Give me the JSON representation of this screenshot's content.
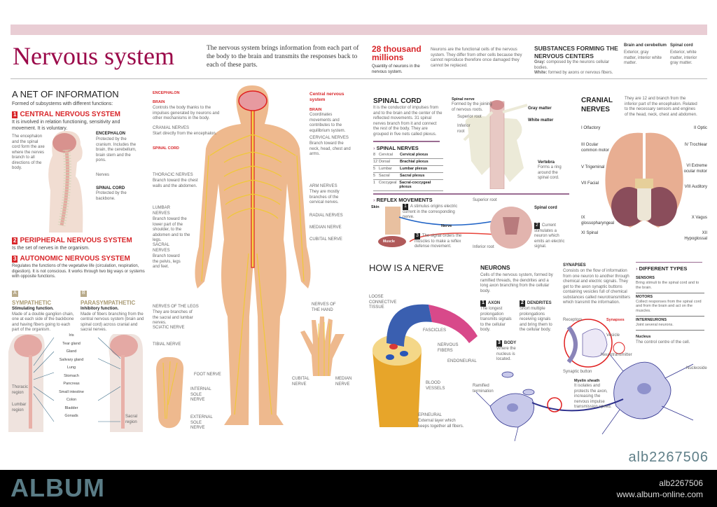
{
  "header": {
    "title": "Nervous system",
    "intro": "The nervous system brings information from each part of the body to the brain and transmits the responses back to each of these parts.",
    "stat_value": "28 thousand millions",
    "stat_caption": "Quantity of neurons in the nervous system.",
    "neurons_note": "Neurons are the functional cells of the nervous system. They differ from other cells because they cannot reproduce therefore once damaged they cannot be replaced.",
    "substances_title": "SUBSTANCES FORMING THE NERVOUS CENTERS",
    "gray_label": "Gray:",
    "gray_text": "composed by the neurons cellular bodies.",
    "white_label": "White:",
    "white_text": "formed by axons or nervous fibers.",
    "brain_col_title": "Brain and cerebellum",
    "brain_col_text": "Exterior, gray matter, interior white matter.",
    "cord_col_title": "Spinal cord",
    "cord_col_text": "Exterior, white matter, interior gray matter."
  },
  "net": {
    "title": "A NET OF INFORMATION",
    "subtitle": "Formed of subsystems with different functions:",
    "cns": {
      "num": "1",
      "title": "CENTRAL NERVOUS SYSTEM",
      "text": "It is involved in relation functioning, sensitivity and movement. It is voluntary.",
      "side": "The encephalon and the spinal cord form the axe where the nerves branch to all directions of the body.",
      "encephalon_title": "ENCEPHALON",
      "encephalon_text": "Protected by the cranium. Includes the brain, the cerebellum, brain stem and the pons.",
      "nerves": "Nerves",
      "cord_title": "SPINAL CORD",
      "cord_text": "Protected by the backbone."
    },
    "pns": {
      "num": "2",
      "title": "PERIPHERAL NERVOUS SYSTEM",
      "text": "Is the set of nerves in the organism."
    },
    "ans": {
      "num": "3",
      "title": "AUTONOMIC NERVOUS SYSTEM",
      "text": "Regulates the functions of the vegetative life (circulation, respiration, digestion). It is not conscious. It works through two big ways or systems with opposite functions."
    },
    "sym": {
      "letter": "A",
      "title": "SYMPATHETIC",
      "func": "Stimulating function.",
      "text": "Made of a double ganglion chain, one at each side of the backbone and having fibers going to each part of the organism."
    },
    "para": {
      "letter": "B",
      "title": "PARASYMPATHETIC",
      "func": "Inhibitory function.",
      "text": "Made of fibers branching from the central nervous system (brain and spinal cord) across cranial and sacral nerves."
    },
    "organs": [
      "Iris",
      "Tear gland",
      "Gland",
      "Salivary gland",
      "Lung",
      "Stomach",
      "Pancreas",
      "Small intestine",
      "Colon",
      "Bladder",
      "Gonads"
    ],
    "regions": {
      "thoracic": "Thoracic region",
      "lumbar": "Lumbar region",
      "sacral": "Sacral region"
    }
  },
  "body": {
    "encephalon": "ENCEPHALON",
    "brain_l": "BRAIN",
    "brain_l_text": "Controls the body thanks to the impulses generated by neurons and other mechanisms in the body.",
    "cranial": "CRANIAL NERVES",
    "cranial_text": "Start directly from the encephalon.",
    "spinal": "SPINAL CORD",
    "thoracic": "THORACIC NERVES",
    "thoracic_text": "Branch toward the chest walls and the abdomen.",
    "lumbar": "LUMBAR NERVES",
    "lumbar_text": "Branch toward the lower part of the shoulder, to the abdomen and to the legs.",
    "sacral": "SACRAL NERVES",
    "sacral_text": "Branch toward the pelvis, legs and feet.",
    "legs": "NERVES OF THE LEGS",
    "legs_text": "They are branches of the sacral and lumbar nerves.",
    "sciatic": "SCIATIC NERVE",
    "tibial": "TIBIAL NERVE",
    "foot": "FOOT NERVE",
    "internal_sole": "INTERNAL SOLE NERVE",
    "external_sole": "EXTERNAL SOLE NERVE",
    "cns": "Central nervous system",
    "brain_r": "BRAIN",
    "brain_r_text": "Coordinates movements and contributes to the equilibrium system.",
    "cervical": "CERVICAL NERVES",
    "cervical_text": "Branch toward the neck, head, chest and arms.",
    "arm": "ARM NERVES",
    "arm_text": "They are mostly branches of the cervical nerves.",
    "radial": "RADIAL NERVES",
    "median": "MEDIAN NERVE",
    "cubital": "CUBITAL NERVE",
    "hand": "NERVES OF THE HAND",
    "hand_cubital": "CUBITAL NERVE",
    "hand_median": "MEDIAN NERVE"
  },
  "spinal_cord": {
    "title": "SPINAL CORD",
    "text": "It is the conductor of impulses from and to the brain and the center of the reflected movements. 31 spinal nerves branch from it and connect the rest of the body. They are grouped in five nets called plexus.",
    "spinal_nerve": "Spinal nerve",
    "spinal_nerve_text": "Formed by the joining of nervous roots.",
    "superior_root": "Superior root",
    "inferior_root": "Inferior root",
    "gray": "Gray matter",
    "white": "White matter",
    "vertebra": "Vertebra",
    "vertebra_text": "Forms a ring around the spinal cord.",
    "nerves_title": "SPINAL NERVES",
    "nerves": [
      {
        "n": "8",
        "region": "Cervical",
        "plexus": "Cervical plexus"
      },
      {
        "n": "12",
        "region": "Dorsal",
        "plexus": "Brachial plexus"
      },
      {
        "n": "5",
        "region": "Lumbar",
        "plexus": "Lumbar plexus"
      },
      {
        "n": "5",
        "region": "Sacral",
        "plexus": "Sacral plexus"
      },
      {
        "n": "1",
        "region": "Coccygeal",
        "plexus": "Sacral-coccygeal plexus"
      }
    ]
  },
  "reflex": {
    "title": "REFLEX MOVEMENTS",
    "skin": "Skin",
    "step1": "A stimulus origins electric current in the corresponding nerve.",
    "nerve": "Nerve",
    "superior_root": "Superior root",
    "inferior_root": "Inferior root",
    "spinal_cord": "Spinal cord",
    "step2": "Current stimulates a neuron which emits an electric signal.",
    "step3": "The signal orders the muscles to make a reflex defense movement.",
    "muscle": "Muscle"
  },
  "cranial": {
    "title": "CRANIAL NERVES",
    "text": "They are 12 and branch from the inferior part of the encephalon. Related to the necessary sensors and engines of the head, neck, chest and abdomen.",
    "left": [
      "I Olfactory",
      "III Ocular common motor",
      "V Trigeminal",
      "VII Facial",
      "IX glossopharyngeal",
      "XI Spinal"
    ],
    "right": [
      "II Optic",
      "IV Trochlear",
      "VI Extreme ocular motor",
      "VIII Auditory",
      "X Vagus",
      "XII Hypoglossal"
    ]
  },
  "nerve": {
    "title": "HOW IS A NERVE",
    "loose": "LOOSE CONNECTIVE TISSUE",
    "fascicles": "FASCICLES",
    "fibers": "NERVOUS FIBERS",
    "endoneural": "ENDONEURAL",
    "vessels": "BLOOD VESSELS",
    "epineural": "EPINEURAL",
    "epineural_text": "External layer which keeps together all fibers.",
    "ramified": "Ramified termination"
  },
  "neurons": {
    "title": "NEURONS",
    "text": "Cells of the nervous system, formed by ramified threads, the dendrites and a long axon branching from the cellular body.",
    "axon": "AXON",
    "axon_text": "The longest prolongation transmits signals to the cellular body.",
    "dendrites": "DENDRITES",
    "dendrites_text": "Short multiple prolongations receiving signals and bring them to the cellular body.",
    "body": "BODY",
    "body_text": "Where the nucleus is located.",
    "synapses_title": "SYNAPSES",
    "synapses_text": "Consists on the flow of information from one neuron to another through chemical and electric signals. They get to the axon synaptic buttons containing vesicles full of chemical substances called neurotransmitters which transmit the information.",
    "receptors": "Receptors",
    "synapses": "Synapses",
    "vesicle": "Vesicle",
    "neurotransmitter": "Neurotransmitter",
    "button": "Synaptic button",
    "myelin": "Myelin sheath",
    "myelin_text": "It isolates and protects the axon, increasing the nervous impulse transmission speed.",
    "nucleus": "Nucleus",
    "nucleus_text": "The control centre of the cell.",
    "nucleoside": "Nucleoside"
  },
  "types": {
    "title": "DIFFERENT TYPES",
    "items": [
      {
        "name": "SENSORS",
        "text": "Bring stimuli to the spinal cord and to the brain."
      },
      {
        "name": "MOTORS",
        "text": "Collect responses from the spinal cord and from the brain and act on the muscles."
      },
      {
        "name": "INTERNEURONS",
        "text": "Joint several neurons."
      }
    ]
  },
  "watermark": {
    "id": "alb2267506",
    "brand": "ALBUM",
    "footer_id": "alb2267506",
    "url": "www.album-online.com"
  },
  "colors": {
    "title": "#9b0a4a",
    "accent": "#d8262a",
    "band": "#e9cdd4",
    "footer": "#000000",
    "brand": "#5a7c86"
  }
}
